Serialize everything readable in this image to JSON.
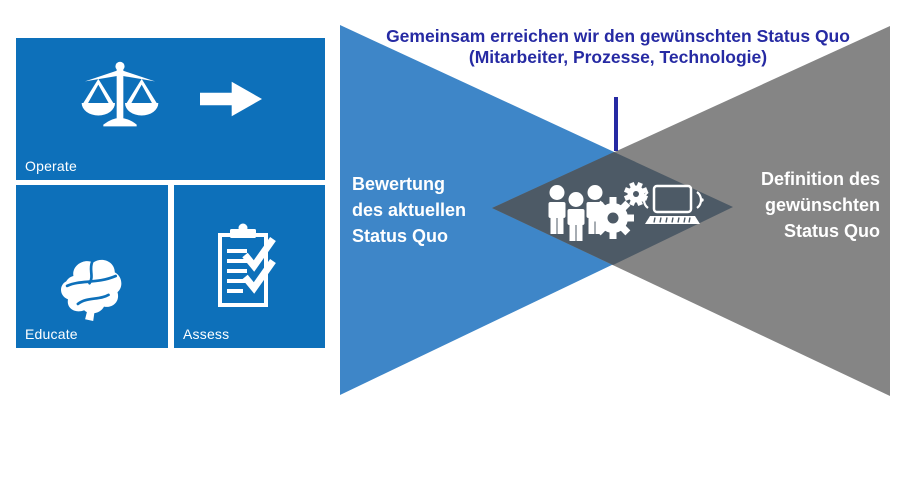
{
  "colors": {
    "tile_blue": "#0d70ba",
    "triangle_blue": "#3e86c8",
    "triangle_gray": "#858585",
    "overlap_slate": "#4d5a66",
    "navy": "#262aa3",
    "white": "#ffffff"
  },
  "tiles": [
    {
      "label": "Operate",
      "icons": [
        "scales-icon",
        "arrow-right-icon"
      ]
    },
    {
      "label": "Educate",
      "icons": [
        "brain-icon"
      ]
    },
    {
      "label": "Assess",
      "icons": [
        "clipboard-check-icon"
      ]
    }
  ],
  "diagram": {
    "title": {
      "line1": "Gemeinsam erreichen wir den gewünschten Status Quo",
      "line2": "(Mitarbeiter, Prozesse, Technologie)"
    },
    "left_label": {
      "line1": "Bewertung",
      "line2": "des aktuellen",
      "line3": "Status Quo"
    },
    "right_label": {
      "line1": "Definition des",
      "line2": "gewünschten",
      "line3": "Status Quo"
    },
    "center_icons": [
      "people-icon",
      "gears-icon",
      "laptop-icon"
    ]
  }
}
